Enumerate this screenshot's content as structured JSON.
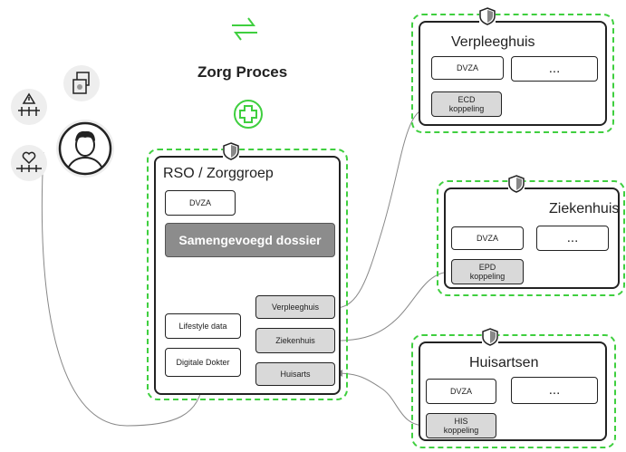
{
  "header": {
    "title": "Zorg Proces",
    "sync_icon": "sync-arrows-icon",
    "plus_icon": "plus-circle-icon"
  },
  "rso": {
    "title": "RSO / Zorggroep",
    "dvza": "DVZA",
    "dossier": "Samengevoegd dossier",
    "lifestyle": "Lifestyle data",
    "digitale_dokter": "Digitale Dokter",
    "connectors": [
      "Verpleeghuis",
      "Ziekenhuis",
      "Huisarts"
    ]
  },
  "verpleeghuis": {
    "title": "Verpleeghuis",
    "dvza": "DVZA",
    "dots": "...",
    "koppeling": "ECD koppeling"
  },
  "ziekenhuis": {
    "title": "Ziekenhuis",
    "dvza": "DVZA",
    "dots": "...",
    "koppeling": "EPD koppeling"
  },
  "huisartsen": {
    "title": "Huisartsen",
    "dvza": "DVZA",
    "dots": "...",
    "koppeling": "HIS koppeling"
  },
  "icons": [
    "warning-device-icon",
    "heart-rate-icon",
    "documents-icon",
    "person-avatar-icon",
    "shield-icon"
  ],
  "colors": {
    "accent_green": "#3fcf3f",
    "box_grey": "#d9d9d9",
    "dossier_grey": "#8c8c8c"
  }
}
